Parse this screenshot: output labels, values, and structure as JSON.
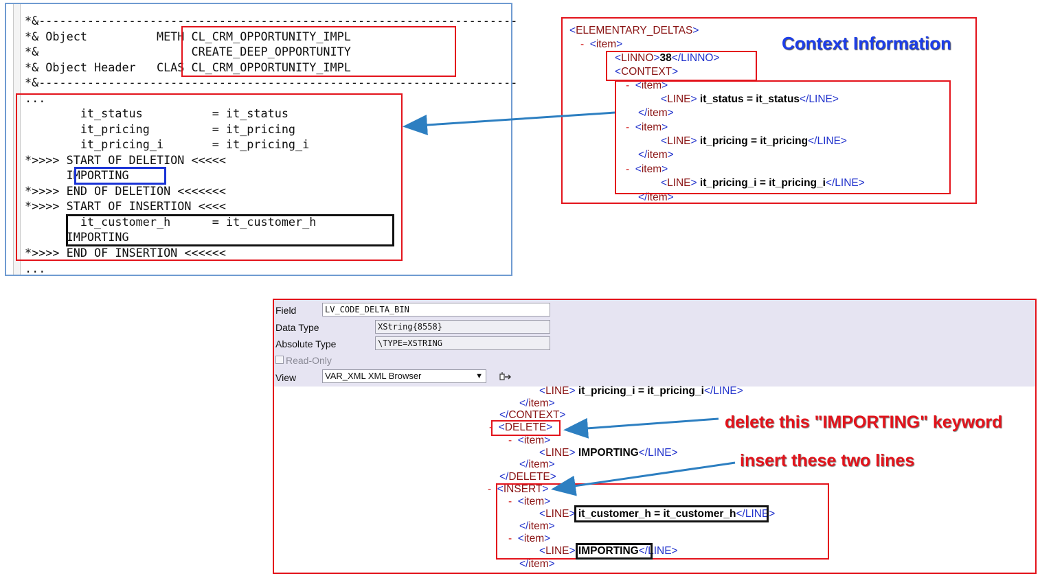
{
  "code": {
    "lines": [
      "*&---------------------------------------------------------------------",
      "*& Object          METH CL_CRM_OPPORTUNITY_IMPL",
      "*&                      CREATE_DEEP_OPPORTUNITY",
      "*& Object Header   CLAS CL_CRM_OPPORTUNITY_IMPL",
      "*&---------------------------------------------------------------------",
      "...",
      "        it_status          = it_status",
      "        it_pricing         = it_pricing",
      "        it_pricing_i       = it_pricing_i",
      "*>>>> START OF DELETION <<<<<",
      "      IMPORTING",
      "*>>>> END OF DELETION <<<<<<<",
      "*>>>> START OF INSERTION <<<<",
      "        it_customer_h      = it_customer_h",
      "      IMPORTING",
      "*>>>> END OF INSERTION <<<<<<",
      "..."
    ]
  },
  "context_panel": {
    "title": "Context Information",
    "lines": [
      {
        "minus": "",
        "open": "<",
        "tag": "ELEMENTARY_DELTAS",
        "close": ">",
        "text": "",
        "end": ""
      },
      {
        "minus": "-",
        "open": "<",
        "tag": "item",
        "close": ">",
        "text": "",
        "end": ""
      },
      {
        "minus": "",
        "open": "<",
        "tag": "LINNO",
        "close": ">",
        "text": "38",
        "end": "</LINNO>"
      },
      {
        "minus": "",
        "open": "<",
        "tag": "CONTEXT",
        "close": ">",
        "text": "",
        "end": ""
      },
      {
        "minus": "-",
        "open": "<",
        "tag": "item",
        "close": ">",
        "text": "",
        "end": ""
      },
      {
        "minus": "",
        "open": "<",
        "tag": "LINE",
        "close": ">",
        "text": " it_status = it_status",
        "end": "</LINE>"
      },
      {
        "minus": "",
        "open": "</",
        "tag": "item",
        "close": ">",
        "text": "",
        "end": ""
      },
      {
        "minus": "-",
        "open": "<",
        "tag": "item",
        "close": ">",
        "text": "",
        "end": ""
      },
      {
        "minus": "",
        "open": "<",
        "tag": "LINE",
        "close": ">",
        "text": " it_pricing = it_pricing",
        "end": "</LINE>"
      },
      {
        "minus": "",
        "open": "</",
        "tag": "item",
        "close": ">",
        "text": "",
        "end": ""
      },
      {
        "minus": "-",
        "open": "<",
        "tag": "item",
        "close": ">",
        "text": "",
        "end": ""
      },
      {
        "minus": "",
        "open": "<",
        "tag": "LINE",
        "close": ">",
        "text": " it_pricing_i = it_pricing_i",
        "end": "</LINE>"
      },
      {
        "minus": "",
        "open": "</",
        "tag": "item",
        "close": ">",
        "text": "",
        "end": ""
      }
    ]
  },
  "debugger": {
    "field_label": "Field",
    "field_value": "LV_CODE_DELTA_BIN",
    "data_type_label": "Data Type",
    "data_type_value": "XString{8558}",
    "absolute_type_label": "Absolute Type",
    "absolute_type_value": "\\TYPE=XSTRING",
    "read_only_label": "Read-Only",
    "view_label": "View",
    "view_value": "VAR_XML XML Browser",
    "xml_lines": [
      {
        "minus": "",
        "open": "<",
        "tag": "LINE",
        "close": ">",
        "text": " it_pricing_i = it_pricing_i",
        "end": "</LINE>"
      },
      {
        "minus": "",
        "open": "</",
        "tag": "item",
        "close": ">",
        "text": "",
        "end": ""
      },
      {
        "minus": "",
        "open": "</",
        "tag": "CONTEXT",
        "close": ">",
        "text": "",
        "end": ""
      },
      {
        "minus": "-",
        "open": "<",
        "tag": "DELETE",
        "close": ">",
        "text": "",
        "end": ""
      },
      {
        "minus": "-",
        "open": "<",
        "tag": "item",
        "close": ">",
        "text": "",
        "end": ""
      },
      {
        "minus": "",
        "open": "<",
        "tag": "LINE",
        "close": ">",
        "text": " IMPORTING",
        "end": "</LINE>"
      },
      {
        "minus": "",
        "open": "</",
        "tag": "item",
        "close": ">",
        "text": "",
        "end": ""
      },
      {
        "minus": "",
        "open": "</",
        "tag": "DELETE",
        "close": ">",
        "text": "",
        "end": ""
      },
      {
        "minus": "-",
        "open": "<",
        "tag": "INSERT",
        "close": ">",
        "text": "",
        "end": ""
      },
      {
        "minus": "-",
        "open": "<",
        "tag": "item",
        "close": ">",
        "text": "",
        "end": ""
      },
      {
        "minus": "",
        "open": "<",
        "tag": "LINE",
        "close": ">",
        "text": " it_customer_h = it_customer_h",
        "end": "</LINE>"
      },
      {
        "minus": "",
        "open": "</",
        "tag": "item",
        "close": ">",
        "text": "",
        "end": ""
      },
      {
        "minus": "-",
        "open": "<",
        "tag": "item",
        "close": ">",
        "text": "",
        "end": ""
      },
      {
        "minus": "",
        "open": "<",
        "tag": "LINE",
        "close": ">",
        "text": " IMPORTING",
        "end": "</LINE>"
      },
      {
        "minus": "",
        "open": "</",
        "tag": "item",
        "close": ">",
        "text": "",
        "end": ""
      }
    ]
  },
  "annotations": {
    "delete_note": "delete this \"IMPORTING\" keyword",
    "insert_note": "insert these two lines"
  },
  "colors": {
    "highlight_red": "#e3131b",
    "highlight_blue": "#1a33d6",
    "arrow": "#2d7fc1",
    "xml_tag": "#8a1414",
    "xml_bracket": "#2233cc",
    "title_blue": "#1d3ee8"
  },
  "icons": {
    "view_action": "transfer-arrows-icon",
    "dropdown": "chevron-down-icon"
  }
}
